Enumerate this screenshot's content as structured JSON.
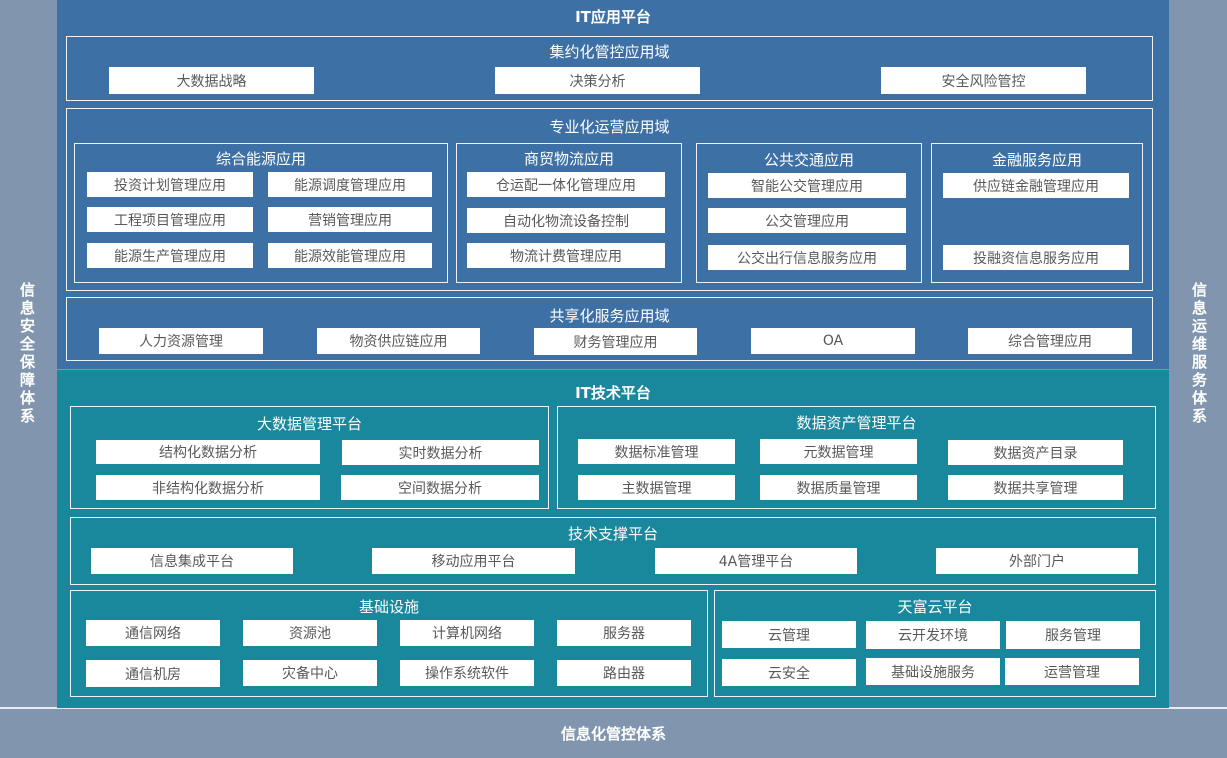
{
  "left_side": "信息安全保障体系",
  "right_side": "信息运维服务体系",
  "bottom": "信息化管控体系",
  "colors": {
    "app_platform": "#3d70a4",
    "tech_platform": "#19879c",
    "side": "#8196ae",
    "box_text": "#595959"
  },
  "app": {
    "title": "IT应用平台",
    "intensive": {
      "title": "集约化管控应用域",
      "items": [
        "大数据战略",
        "决策分析",
        "安全风险管控"
      ]
    },
    "professional": {
      "title": "专业化运营应用域",
      "energy": {
        "title": "综合能源应用",
        "items": [
          "投资计划管理应用",
          "能源调度管理应用",
          "工程项目管理应用",
          "营销管理应用",
          "能源生产管理应用",
          "能源效能管理应用"
        ]
      },
      "logistics": {
        "title": "商贸物流应用",
        "items": [
          "仓运配一体化管理应用",
          "自动化物流设备控制",
          "物流计费管理应用"
        ]
      },
      "transit": {
        "title": "公共交通应用",
        "items": [
          "智能公交管理应用",
          "公交管理应用",
          "公交出行信息服务应用"
        ]
      },
      "finance": {
        "title": "金融服务应用",
        "items": [
          "供应链金融管理应用",
          "投融资信息服务应用"
        ]
      }
    },
    "shared": {
      "title": "共享化服务应用域",
      "items": [
        "人力资源管理",
        "物资供应链应用",
        "财务管理应用",
        "OA",
        "综合管理应用"
      ]
    }
  },
  "tech": {
    "title": "IT技术平台",
    "bigdata": {
      "title": "大数据管理平台",
      "items": [
        "结构化数据分析",
        "实时数据分析",
        "非结构化数据分析",
        "空间数据分析"
      ]
    },
    "asset": {
      "title": "数据资产管理平台",
      "items": [
        "数据标准管理",
        "元数据管理",
        "数据资产目录",
        "主数据管理",
        "数据质量管理",
        "数据共享管理"
      ]
    },
    "support": {
      "title": "技术支撑平台",
      "items": [
        "信息集成平台",
        "移动应用平台",
        "4A管理平台",
        "外部门户"
      ]
    },
    "infra": {
      "title": "基础设施",
      "items": [
        "通信网络",
        "资源池",
        "计算机网络",
        "服务器",
        "通信机房",
        "灾备中心",
        "操作系统软件",
        "路由器"
      ]
    },
    "cloud": {
      "title": "天富云平台",
      "items": [
        "云管理",
        "云开发环境",
        "服务管理",
        "云安全",
        "基础设施服务",
        "运营管理"
      ]
    }
  }
}
